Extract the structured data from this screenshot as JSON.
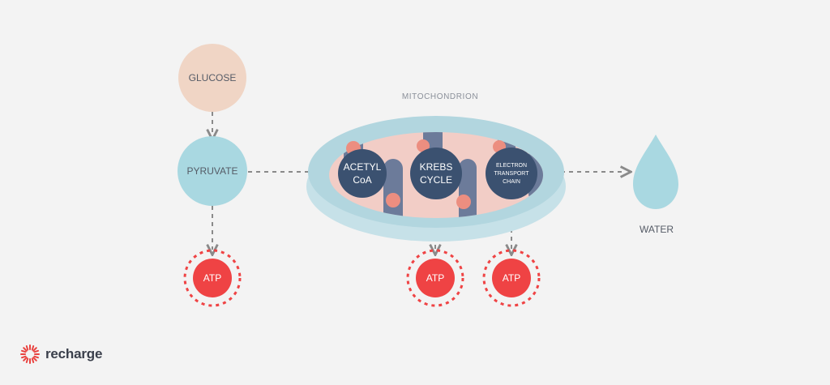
{
  "labels": {
    "glucose": "GLUCOSE",
    "pyruvate": "PYRUVATE",
    "mitochondrion": "MITOCHONDRION",
    "acetyl_line1": "ACETYL",
    "acetyl_line2": "CoA",
    "krebs_line1": "KREBS",
    "krebs_line2": "CYCLE",
    "etc_line1": "ELECTRON",
    "etc_line2": "TRANSPORT",
    "etc_line3": "CHAIN",
    "water": "WATER",
    "atp_1": "ATP",
    "atp_2": "ATP",
    "atp_3": "ATP"
  },
  "brand": {
    "name": "recharge"
  },
  "colors": {
    "background": "#f3f3f3",
    "glucose": "#f0d5c5",
    "pyruvate": "#a9d8e1",
    "water": "#a9d8e1",
    "mito_outer": "#b2d6df",
    "mito_inner": "#f2cdc6",
    "cristae": "#6c7b9a",
    "process_node": "#3b5170",
    "atp": "#ef4344",
    "arrow": "#8a8a8a",
    "text_dark": "#555b66",
    "brand": "#e9423f"
  }
}
